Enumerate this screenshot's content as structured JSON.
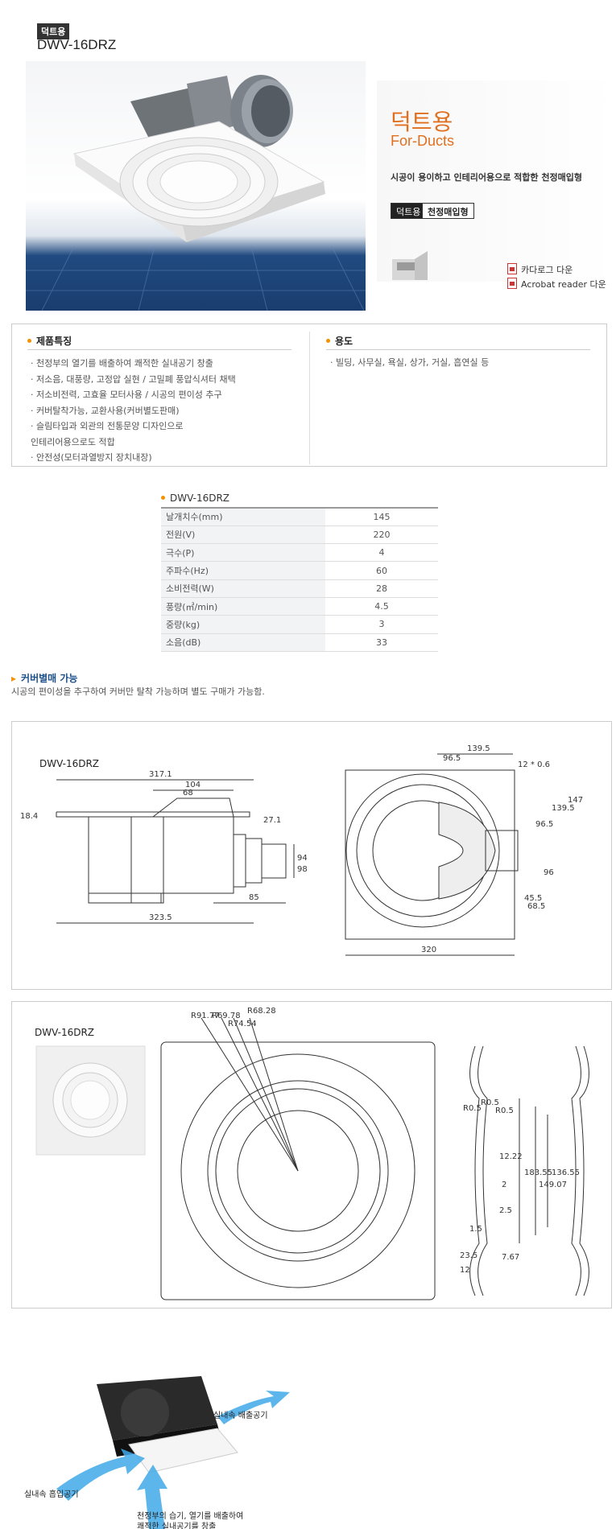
{
  "header": {
    "category_badge": "덕트용",
    "model": "DWV-16DRZ"
  },
  "info": {
    "type_ko": "덕트용",
    "type_en": "For-Ducts",
    "description": "시공이 용이하고 인테리어용으로 적합한 천정매입형",
    "tags": [
      "덕트용",
      "천정매입형"
    ],
    "downloads": [
      "카다로그 다운",
      "Acrobat reader 다운"
    ]
  },
  "features": {
    "title": "제품특징",
    "items": [
      "· 천정부의 열기를 배출하여 쾌적한 실내공기 창출",
      "· 저소음, 대풍량, 고정압 실현 / 고밀폐 풍압식셔터 채택",
      "·  저소비전력, 고효율 모터사용 / 시공의 편이성 추구",
      "· 커버탈착가능, 교환사용(커버별도판매)",
      "· 슬림타입과 외관의 전통문양 디자인으로",
      "인테리어용으로도 적합",
      "· 안전성(모터과열방지 장치내장)"
    ]
  },
  "usage": {
    "title": "용도",
    "text": "· 빌딩, 사무실, 욕실, 상가, 거실, 흡연실 등"
  },
  "spec": {
    "title": "DWV-16DRZ",
    "rows": [
      {
        "label": "날개치수(mm)",
        "value": "145"
      },
      {
        "label": "전원(V)",
        "value": "220"
      },
      {
        "label": "극수(P)",
        "value": "4"
      },
      {
        "label": "주파수(Hz)",
        "value": "60"
      },
      {
        "label": "소비전력(W)",
        "value": "28"
      },
      {
        "label": "풍량(㎥/min)",
        "value": "4.5"
      },
      {
        "label": "중량(kg)",
        "value": "3"
      },
      {
        "label": "소음(dB)",
        "value": "33"
      }
    ]
  },
  "cover": {
    "title": "커버별매 가능",
    "description": "시공의 편이성을 추구하여 커버만 탈착 가능하며 별도 구매가 가능함."
  },
  "drawing1": {
    "model": "DWV-16DRZ",
    "dims": {
      "d317": "317.1",
      "d104": "104",
      "d68": "68",
      "d18": "18.4",
      "d27": "27.1",
      "d94": "94",
      "d98": "98",
      "d85": "85",
      "d323": "323.5",
      "d320": "320",
      "d139": "139.5",
      "d96a": "96.5",
      "dhole": "12 * 0.6",
      "d96b": "96.5",
      "d139b": "139.5",
      "d147": "147",
      "d96c": "96",
      "d45": "45.5",
      "d68b": "68.5"
    }
  },
  "drawing2": {
    "model": "DWV-16DRZ",
    "dims": {
      "r91": "R91.77",
      "r69": "R69.78",
      "r74": "R74.54",
      "r68": "R68.28",
      "r05a": "R0.5",
      "r05b": "R0.5",
      "r03": "R0.5",
      "d12": "12.22",
      "d2": "2",
      "d25": "2.5",
      "d15": "1.5",
      "d235": "23.5",
      "d12b": "12",
      "d767": "7.67",
      "d183": "183.55",
      "d149": "149.07",
      "d136": "136.55"
    }
  },
  "airflow": {
    "exhaust": "실내속 배출공기",
    "intake": "실내속 흡입공기",
    "note_line1": "천정부의 습기, 열기를 배출하여",
    "note_line2": "쾌적한 실내공기를 창출"
  },
  "colors": {
    "accent": "#e07020",
    "dot": "#f39200",
    "link_blue": "#1a4f8b",
    "air_blue": "#3fa9e8"
  }
}
